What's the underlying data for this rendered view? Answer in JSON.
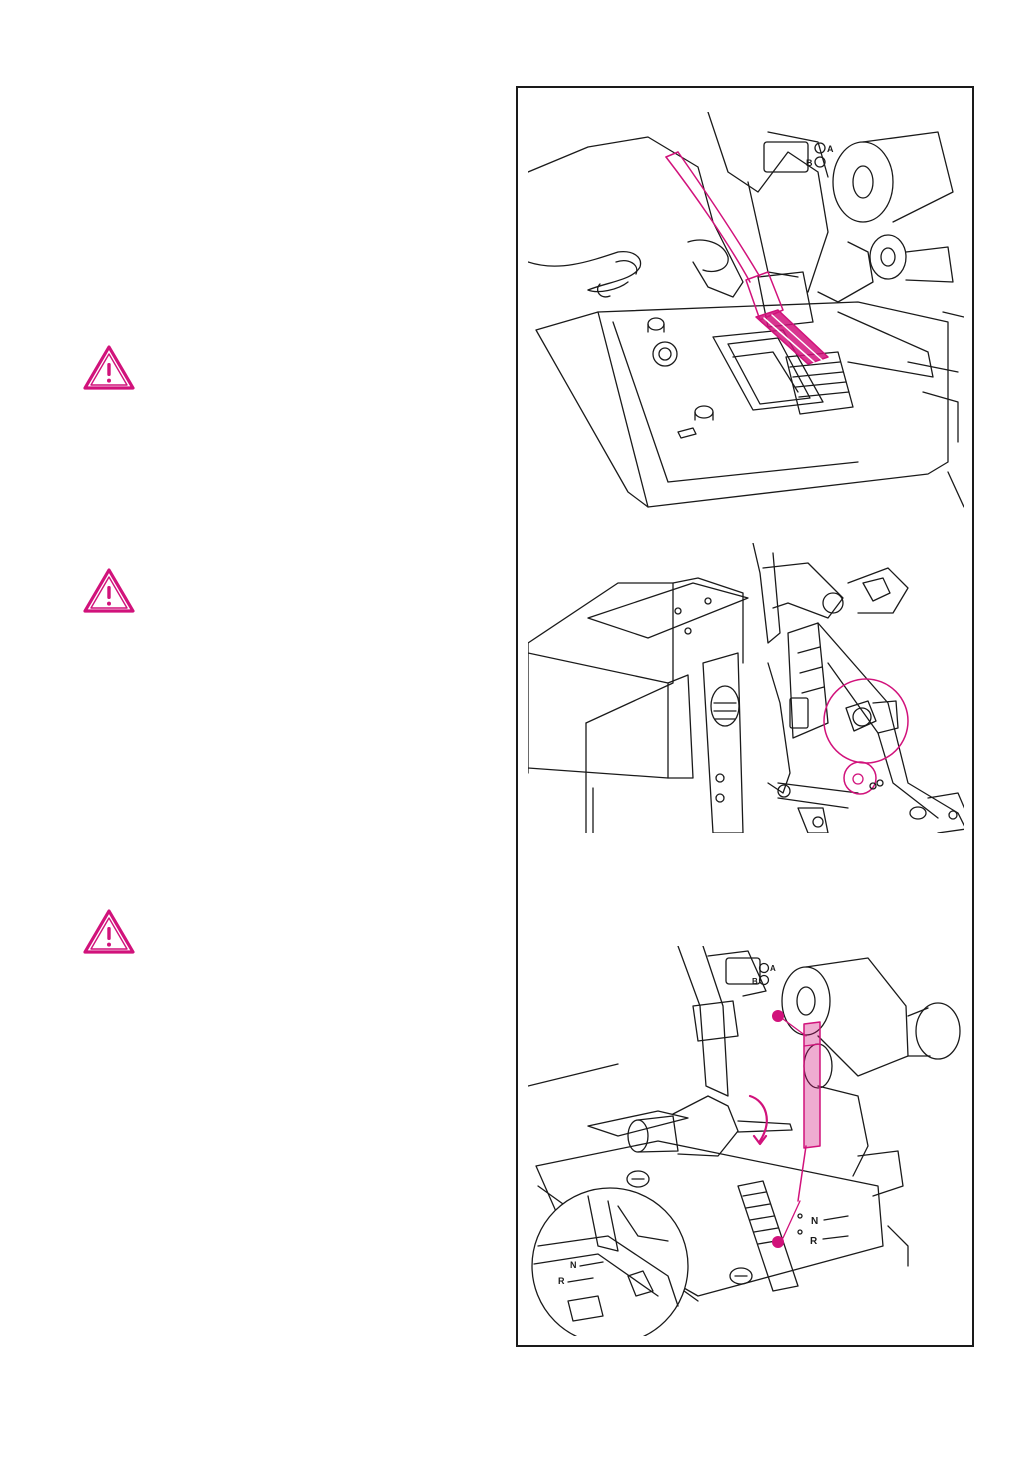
{
  "colors": {
    "accent": "#d1127b",
    "line": "#1a1a1a"
  },
  "warnings": [
    {
      "icon": "warning-triangle-icon"
    },
    {
      "icon": "warning-triangle-icon"
    },
    {
      "icon": "warning-triangle-icon"
    }
  ],
  "figure1": {
    "label_a": "A",
    "label_b": "B"
  },
  "figure3": {
    "label_a": "A",
    "label_b": "B",
    "label_n": "N",
    "label_r": "R"
  }
}
